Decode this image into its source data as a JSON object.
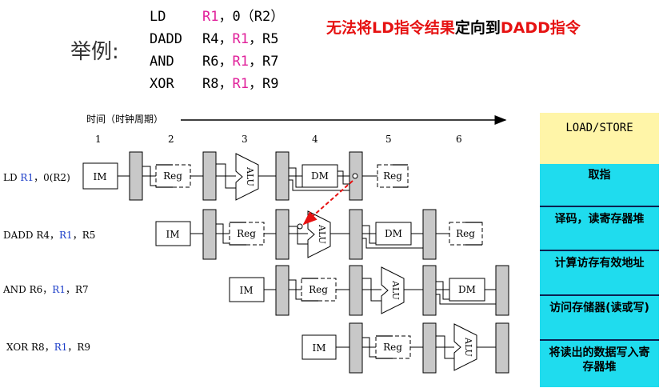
{
  "example": {
    "label": "举例:",
    "instructions": [
      {
        "op": "LD",
        "a": "R1",
        "b": "，0（R2）",
        "c": "",
        "hl": "a"
      },
      {
        "op": "DADD",
        "a": "R4，",
        "b": "R1",
        "c": "，R5",
        "hl": "b"
      },
      {
        "op": "AND",
        "a": "R6，",
        "b": "R1",
        "c": "，R7",
        "hl": "b"
      },
      {
        "op": "XOR",
        "a": "R8，",
        "b": "R1",
        "c": "，R9",
        "hl": "b"
      }
    ]
  },
  "title": {
    "part1": "无法将LD指令结果",
    "part2": "定向到",
    "part3": "DADD指令"
  },
  "timeline": {
    "label": "时间（时钟周期）",
    "cycles": [
      "1",
      "2",
      "3",
      "4",
      "5",
      "6"
    ]
  },
  "rows": [
    {
      "pre": "LD ",
      "reg": "R1",
      "post": "，0(R2)"
    },
    {
      "pre": "DADD R4，",
      "reg": "R1",
      "post": "，R5"
    },
    {
      "pre": "AND R6，",
      "reg": "R1",
      "post": "，R7"
    },
    {
      "pre": "XOR R8，",
      "reg": "R1",
      "post": "，R9"
    }
  ],
  "units": {
    "im": "IM",
    "reg": "Reg",
    "alu": "ALU",
    "dm": "DM"
  },
  "stages": [
    "LOAD/STORE",
    "取指",
    "译码，读寄存器堆",
    "计算访存有效地址",
    "访问存储器(读或写)",
    "将读出的数据写入寄存器堆"
  ],
  "colors": {
    "highlight": "#e0209a",
    "title_red": "#e61212",
    "register_blue": "#1a3cc8",
    "stage_cyan": "#1fdcee",
    "stage_yellow": "#fff5a8",
    "forward_arrow": "#e61212"
  }
}
